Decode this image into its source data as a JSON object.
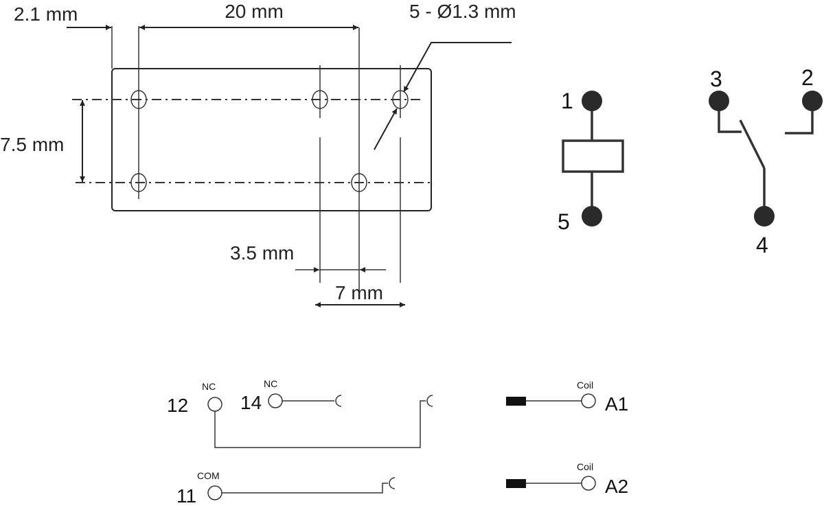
{
  "footprint": {
    "dim_pin_offset": "2.1 mm",
    "dim_pin_pitch_long": "20 mm",
    "dim_hole": "5 - Ø1.3 mm",
    "dim_row_pitch": "7.5 mm",
    "dim_small_offset": "3.5 mm",
    "dim_short_pitch": "7 mm"
  },
  "schematic": {
    "coil_pins": [
      "1",
      "5"
    ],
    "switch_pins": [
      "3",
      "2",
      "4"
    ]
  },
  "wiring": {
    "pin12": "12",
    "pin12_label": "NC",
    "pin14": "14",
    "pin14_label": "NC",
    "pin11": "11",
    "pin11_label": "COM",
    "a1": "A1",
    "a1_label": "Coil",
    "a2": "A2",
    "a2_label": "Coil"
  }
}
